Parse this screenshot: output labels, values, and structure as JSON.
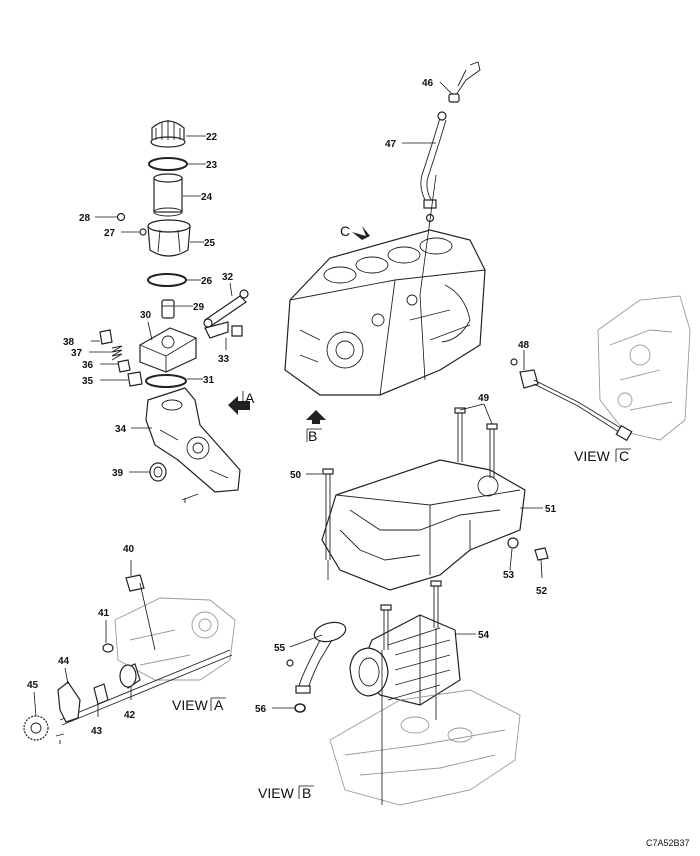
{
  "callouts": [
    {
      "num": "22"
    },
    {
      "num": "23"
    },
    {
      "num": "24"
    },
    {
      "num": "25"
    },
    {
      "num": "26"
    },
    {
      "num": "27"
    },
    {
      "num": "28"
    },
    {
      "num": "29"
    },
    {
      "num": "30"
    },
    {
      "num": "31"
    },
    {
      "num": "32"
    },
    {
      "num": "33"
    },
    {
      "num": "34"
    },
    {
      "num": "35"
    },
    {
      "num": "36"
    },
    {
      "num": "37"
    },
    {
      "num": "38"
    },
    {
      "num": "39"
    },
    {
      "num": "40"
    },
    {
      "num": "41"
    },
    {
      "num": "42"
    },
    {
      "num": "43"
    },
    {
      "num": "44"
    },
    {
      "num": "45"
    },
    {
      "num": "46"
    },
    {
      "num": "47"
    },
    {
      "num": "48"
    },
    {
      "num": "49"
    },
    {
      "num": "50"
    },
    {
      "num": "51"
    },
    {
      "num": "52"
    },
    {
      "num": "53"
    },
    {
      "num": "54"
    },
    {
      "num": "55"
    },
    {
      "num": "56"
    }
  ],
  "views": {
    "a": {
      "word": "VIEW",
      "letter": "A"
    },
    "b": {
      "word": "VIEW",
      "letter": "B"
    },
    "c": {
      "word": "VIEW",
      "letter": "C"
    }
  },
  "arrow_markers": {
    "a": "A",
    "b": "B",
    "c": "C"
  },
  "figure_code": "C7A52B37"
}
